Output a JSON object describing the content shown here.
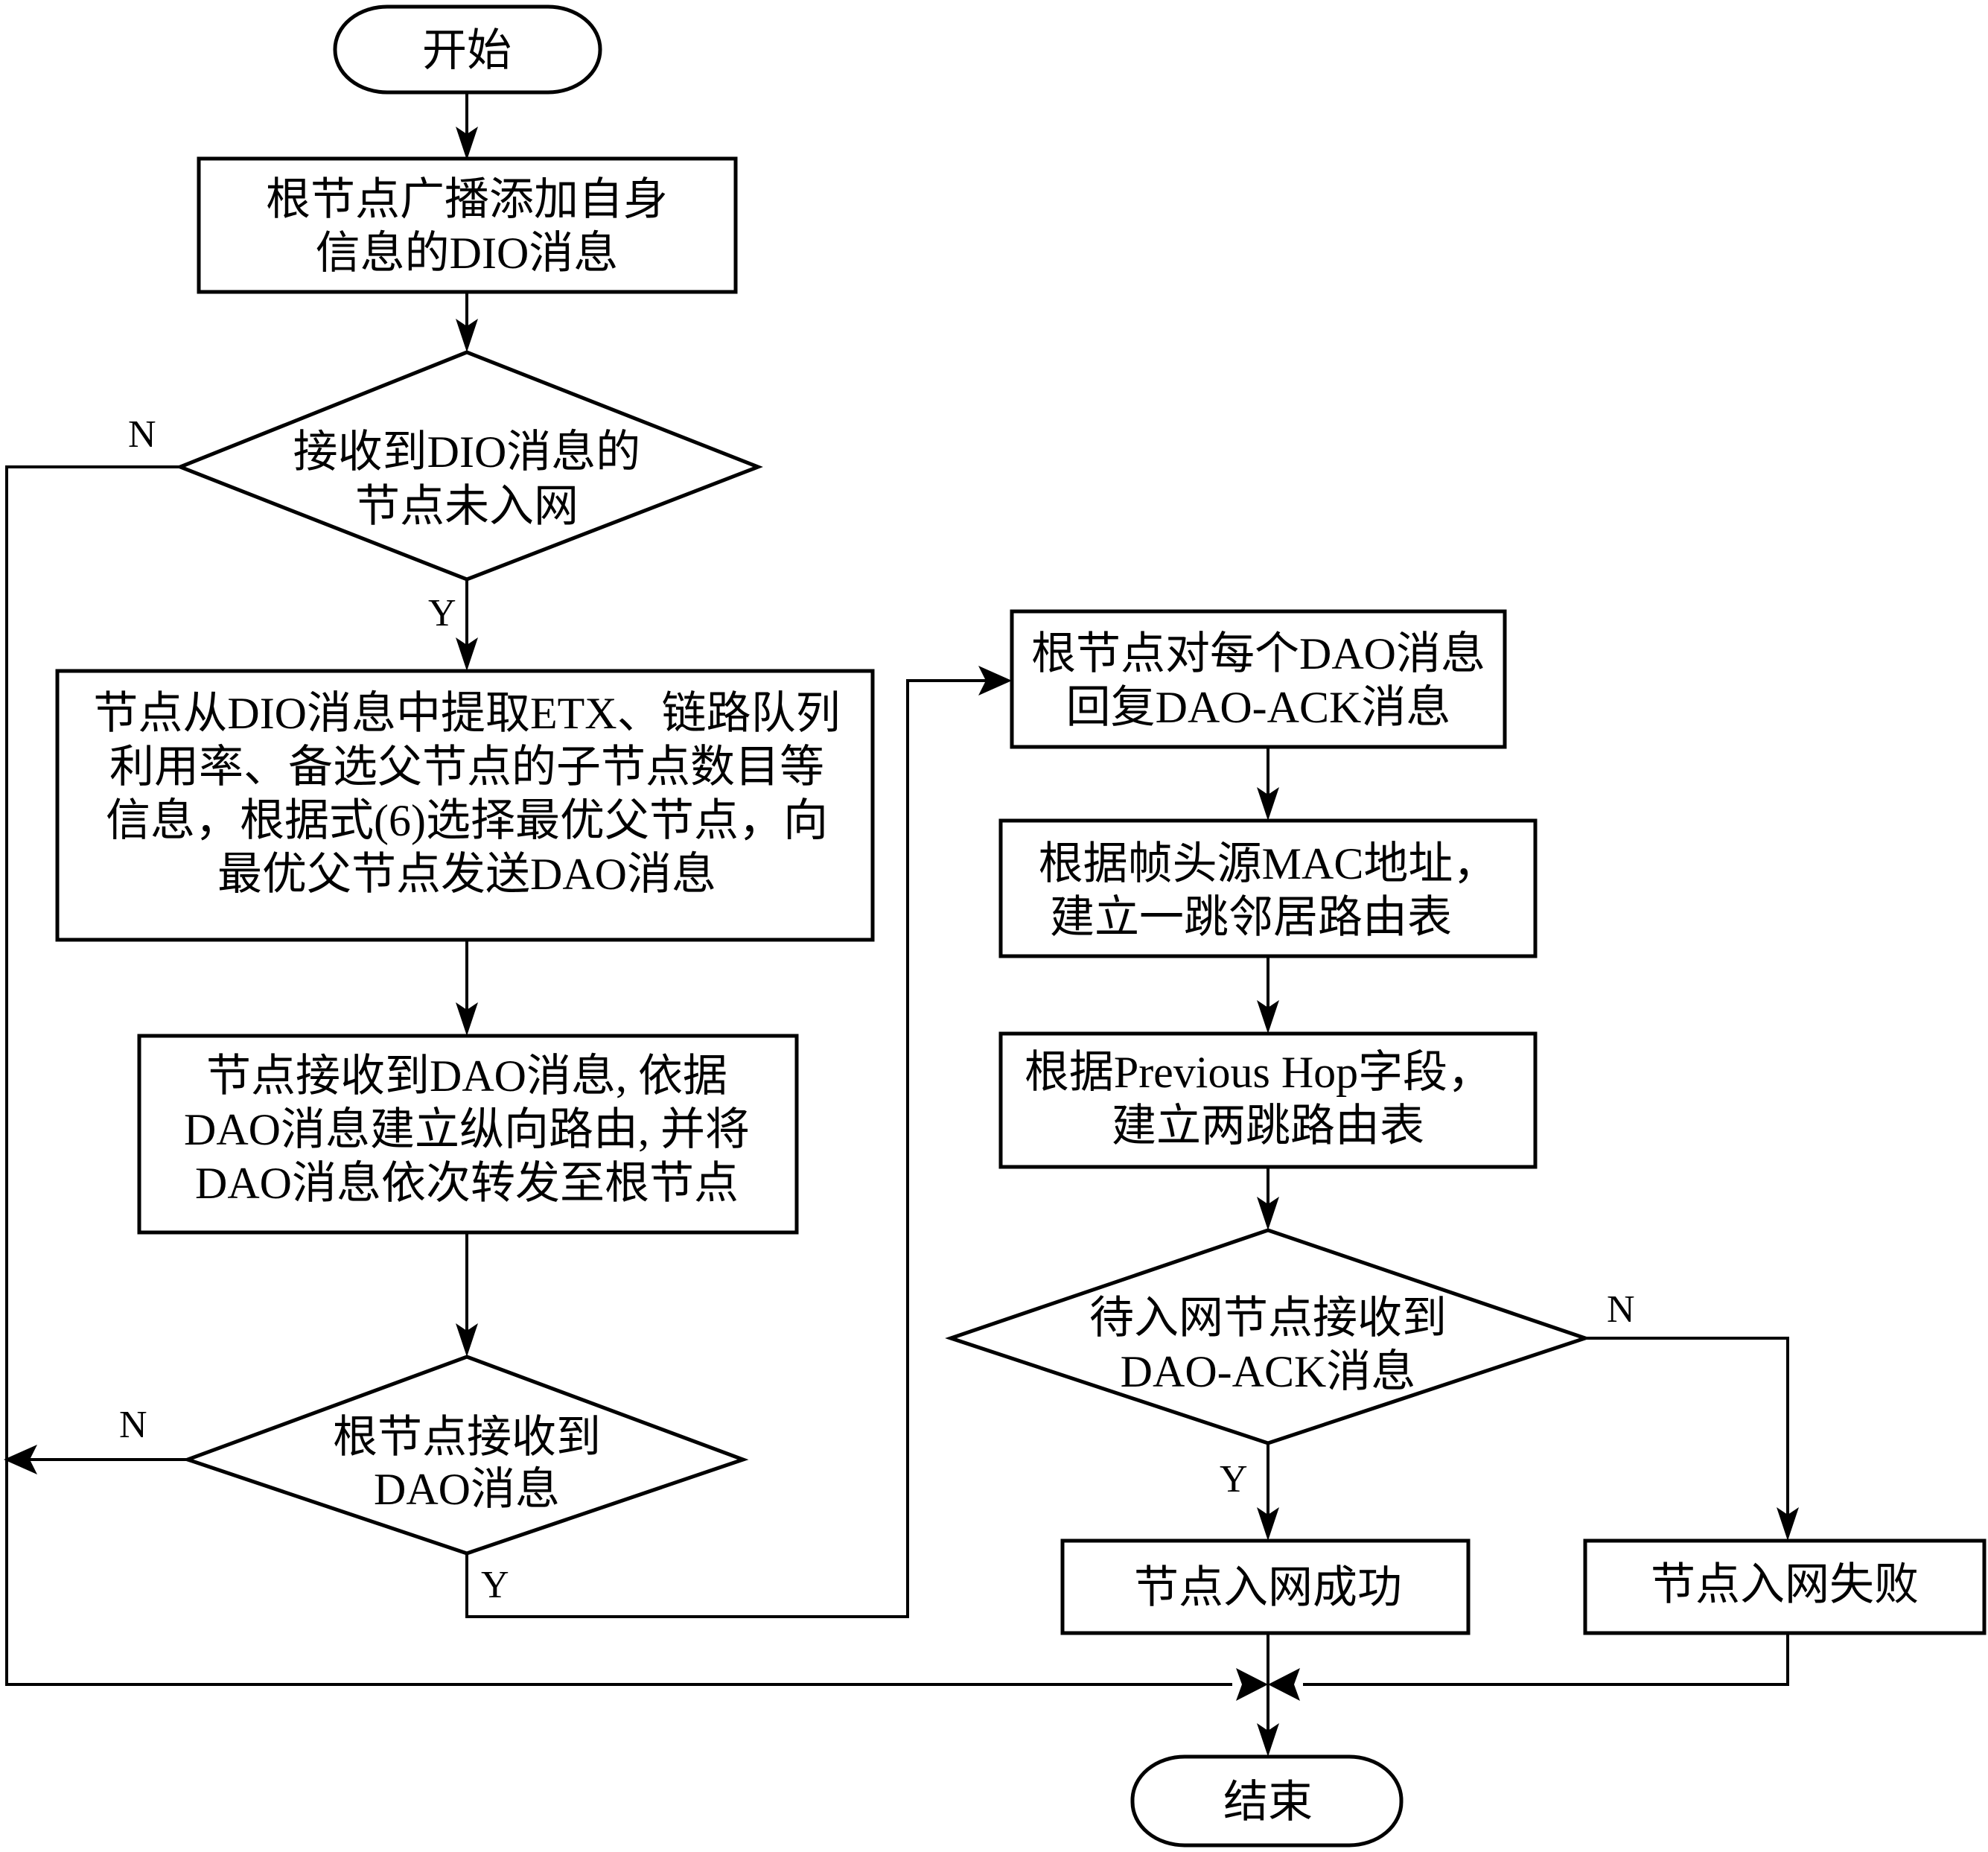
{
  "diagram": {
    "type": "flowchart",
    "nodes": {
      "start": {
        "kind": "terminal",
        "lines": [
          "开始"
        ]
      },
      "broadcast_dio": {
        "kind": "process",
        "lines": [
          "根节点广播添加自身",
          "信息的DIO消息"
        ]
      },
      "check_not_joined": {
        "kind": "decision",
        "lines": [
          "接收到DIO消息的",
          "节点未入网"
        ]
      },
      "select_parent": {
        "kind": "process",
        "lines": [
          "节点从DIO消息中提取ETX、链路队列",
          "利用率、备选父节点的子节点数目等",
          "信息，根据式(6)选择最优父节点，向",
          "最优父节点发送DAO消息"
        ]
      },
      "forward_dao": {
        "kind": "process",
        "lines": [
          "节点接收到DAO消息, 依据",
          "DAO消息建立纵向路由, 并将",
          "DAO消息依次转发至根节点"
        ]
      },
      "root_received_dao": {
        "kind": "decision",
        "lines": [
          "根节点接收到",
          "DAO消息"
        ]
      },
      "reply_ack": {
        "kind": "process",
        "lines": [
          "根节点对每个DAO消息",
          "回复DAO-ACK消息"
        ]
      },
      "one_hop_table": {
        "kind": "process",
        "lines": [
          "根据帧头源MAC地址，",
          "建立一跳邻居路由表"
        ]
      },
      "two_hop_table": {
        "kind": "process",
        "lines": [
          "根据Previous Hop字段，",
          "建立两跳路由表"
        ]
      },
      "ack_received": {
        "kind": "decision",
        "lines": [
          "待入网节点接收到",
          "DAO-ACK消息"
        ]
      },
      "join_success": {
        "kind": "process",
        "lines": [
          "节点入网成功"
        ]
      },
      "join_fail": {
        "kind": "process",
        "lines": [
          "节点入网失败"
        ]
      },
      "end": {
        "kind": "terminal",
        "lines": [
          "结束"
        ]
      }
    },
    "branch_labels": {
      "check_not_joined_no": "N",
      "check_not_joined_yes": "Y",
      "root_received_dao_no": "N",
      "root_received_dao_yes": "Y",
      "ack_received_no": "N",
      "ack_received_yes": "Y"
    },
    "edges": [
      {
        "from": "start",
        "to": "broadcast_dio"
      },
      {
        "from": "broadcast_dio",
        "to": "check_not_joined"
      },
      {
        "from": "check_not_joined",
        "to": "select_parent",
        "label": "Y"
      },
      {
        "from": "check_not_joined",
        "to": "end",
        "label": "N"
      },
      {
        "from": "select_parent",
        "to": "forward_dao"
      },
      {
        "from": "forward_dao",
        "to": "root_received_dao"
      },
      {
        "from": "root_received_dao",
        "to": "end",
        "label": "N"
      },
      {
        "from": "root_received_dao",
        "to": "reply_ack",
        "label": "Y"
      },
      {
        "from": "reply_ack",
        "to": "one_hop_table"
      },
      {
        "from": "one_hop_table",
        "to": "two_hop_table"
      },
      {
        "from": "two_hop_table",
        "to": "ack_received"
      },
      {
        "from": "ack_received",
        "to": "join_success",
        "label": "Y"
      },
      {
        "from": "ack_received",
        "to": "join_fail",
        "label": "N"
      },
      {
        "from": "join_success",
        "to": "end"
      },
      {
        "from": "join_fail",
        "to": "end"
      }
    ]
  }
}
